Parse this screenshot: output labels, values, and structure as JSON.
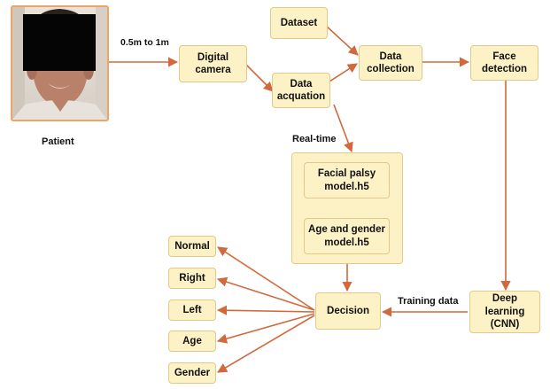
{
  "diagram": {
    "colors": {
      "box_fill": "#fdf1c6",
      "box_border": "#e2c98a",
      "arrow": "#d2683c",
      "photo_border": "#e8a766",
      "mask": "#050505"
    },
    "patient": {
      "caption": "Patient",
      "photo_icon": "patient-face-photo"
    },
    "labels": {
      "distance": "0.5m to 1m",
      "real_time": "Real-time",
      "training_data": "Training data"
    },
    "nodes": {
      "digital_camera": "Digital\ncamera",
      "dataset": "Dataset",
      "data_acquation": "Data\nacquation",
      "data_collection": "Data\ncollection",
      "face_detection": "Face\ndetection",
      "facial_palsy_model": "Facial palsy\nmodel.h5",
      "age_gender_model": "Age and gender\nmodel.h5",
      "deep_learning": "Deep\nlearning\n(CNN)",
      "decision": "Decision"
    },
    "outputs": [
      "Normal",
      "Right",
      "Left",
      "Age",
      "Gender"
    ]
  }
}
